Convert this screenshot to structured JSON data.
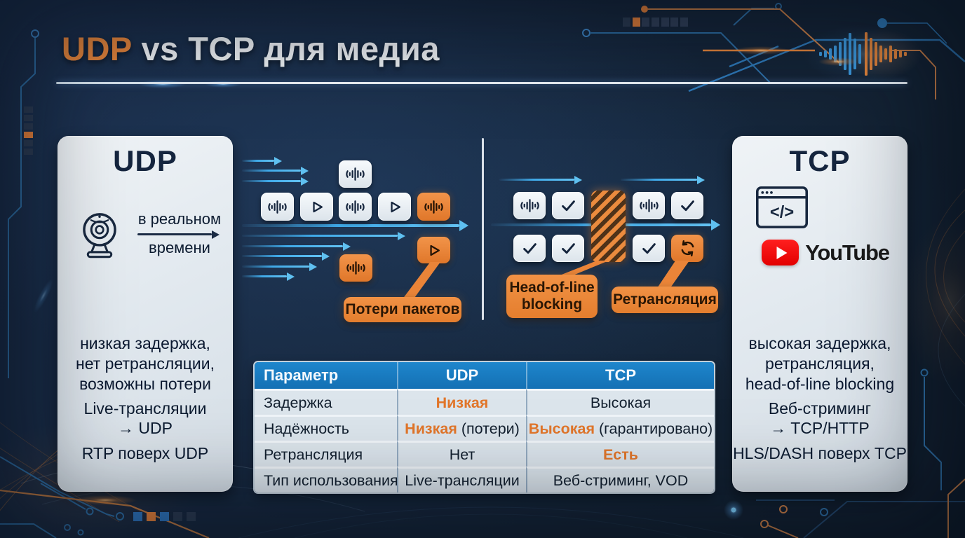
{
  "title": {
    "highlight": "UDP",
    "rest": " vs TCP для медиа"
  },
  "left_card": {
    "title": "UDP",
    "arrow_label_top": "в реальном",
    "arrow_label_bottom": "времени",
    "traits": [
      "низкая задержка,",
      "нет ретрансляции,",
      "возможны потери"
    ],
    "mapping_line1": "Live-трансляции",
    "mapping_line2": "→ UDP",
    "protocol_note": "RTP поверх UDP"
  },
  "right_card": {
    "title": "TCP",
    "brand": "YouTube",
    "traits": [
      "высокая задержка,",
      "ретрансляция,",
      "head-of-line blocking"
    ],
    "mapping_line1": "Веб-стриминг",
    "mapping_line2": "→ TCP/HTTP",
    "protocol_note": "HLS/DASH поверх TCP"
  },
  "udp_flow": {
    "packet_loss_label": "Потери пакетов"
  },
  "tcp_flow": {
    "hol_line1": "Head-of-line",
    "hol_line2": "blocking",
    "retransmission_label": "Ретрансляция"
  },
  "table": {
    "headers": [
      "Параметр",
      "UDP",
      "TCP"
    ],
    "rows": [
      {
        "param": "Задержка",
        "udp_highlight": "Низкая",
        "udp_rest": "",
        "tcp_highlight": "",
        "tcp_rest": "Высокая"
      },
      {
        "param": "Надёжность",
        "udp_highlight": "Низкая",
        "udp_rest": " (потери)",
        "tcp_highlight": "Высокая",
        "tcp_rest": " (гарантировано)"
      },
      {
        "param": "Ретрансляция",
        "udp_highlight": "",
        "udp_rest": "Нет",
        "tcp_highlight": "Есть",
        "tcp_rest": ""
      },
      {
        "param": "Тип использования",
        "udp_highlight": "",
        "udp_rest": "Live-трансляции",
        "tcp_highlight": "",
        "tcp_rest": "Веб-стриминг, VOD"
      }
    ]
  },
  "colors": {
    "accent_orange": "#E8823A",
    "arrow_blue": "#3FA9E8",
    "table_header_blue": "#1878BE",
    "card_light": "#E6ECF1",
    "background_navy": "#16283E",
    "youtube_red": "#F50000"
  }
}
